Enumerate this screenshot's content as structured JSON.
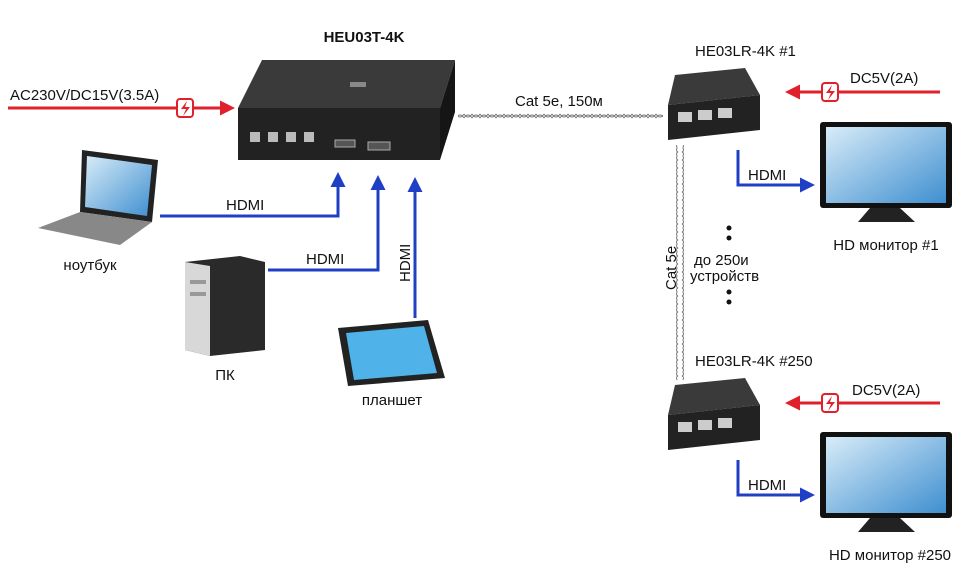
{
  "colors": {
    "power_arrow": "#e0202a",
    "hdmi_arrow": "#1f3fc4",
    "device": "#2a2a2a",
    "screen": "#5aa8e0"
  },
  "transmitter": {
    "title": "HEU03T-4K",
    "power": "AC230V/DC15V(3.5A)"
  },
  "link": {
    "cable": "Cat 5e, 150м",
    "vertical_cable": "Cat 5e",
    "count_line1": "до  250и",
    "count_line2": "устройств"
  },
  "receivers": [
    {
      "title": "HE03LR-4K #1",
      "power": "DC5V(2A)",
      "hdmi": "HDMI",
      "monitor": "HD монитор #1"
    },
    {
      "title": "HE03LR-4K  #250",
      "power": "DC5V(2A)",
      "hdmi": "HDMI",
      "monitor": "HD монитор #250"
    }
  ],
  "sources": [
    {
      "label": "ноутбук",
      "hdmi": "HDMI"
    },
    {
      "label": "ПК",
      "hdmi": "HDMI"
    },
    {
      "label": "планшет",
      "hdmi": "HDMI"
    }
  ]
}
